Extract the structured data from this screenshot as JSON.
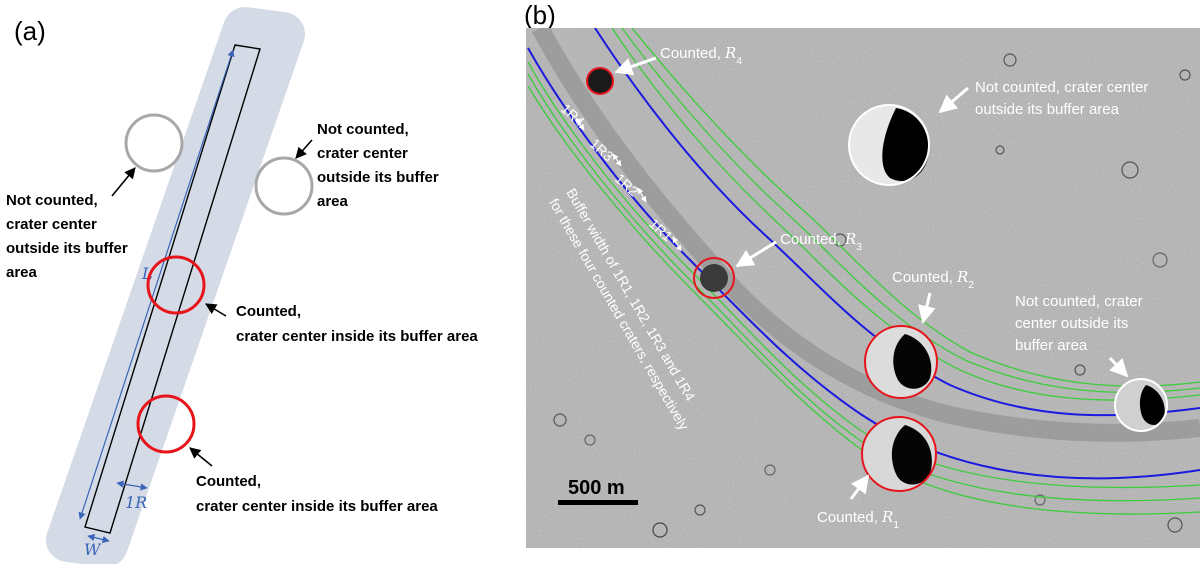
{
  "panel_a": {
    "label": "(a)",
    "length_symbol": "L",
    "width_symbol": "W",
    "buffer_symbol": "1R",
    "annotations": [
      {
        "id": "nc-right",
        "lines": [
          "Not counted,",
          "crater center",
          "outside its buffer",
          "area"
        ]
      },
      {
        "id": "nc-left",
        "lines": [
          "Not counted,",
          "crater center",
          "outside its buffer",
          "area"
        ]
      },
      {
        "id": "c-mid",
        "lines": [
          "Counted,",
          "crater center inside its buffer area"
        ]
      },
      {
        "id": "c-low",
        "lines": [
          "Counted,",
          "crater center inside its buffer area"
        ]
      }
    ]
  },
  "panel_b": {
    "label": "(b)",
    "labels": {
      "counted_prefix": "Counted, ",
      "r1": "R",
      "sub1": "1",
      "sub2": "2",
      "sub3": "3",
      "sub4": "4"
    },
    "not_counted_1": [
      "Not counted, crater center",
      "outside its buffer area"
    ],
    "not_counted_2": [
      "Not counted, crater",
      "center outside its",
      "buffer area"
    ],
    "buffer_caption": {
      "line1": "Buffer width of 1R1, 1R2, 1R3 and 1R4",
      "line2": "for these four counted craters, respectively"
    },
    "buffer_marks": [
      "1R4",
      "1R3",
      "1R2",
      "1R1"
    ],
    "scale_bar": "500 m"
  },
  "colors": {
    "buffer_fill": "#d4dbe6",
    "axis_blue": "#3a64b8",
    "crater_red": "#e8141c",
    "crater_gray": "#a8a8a8",
    "ridge_blue": "#1a1ae0",
    "buffer_green": "#3ccc3c",
    "background_lunar": "#9a9a9a"
  }
}
